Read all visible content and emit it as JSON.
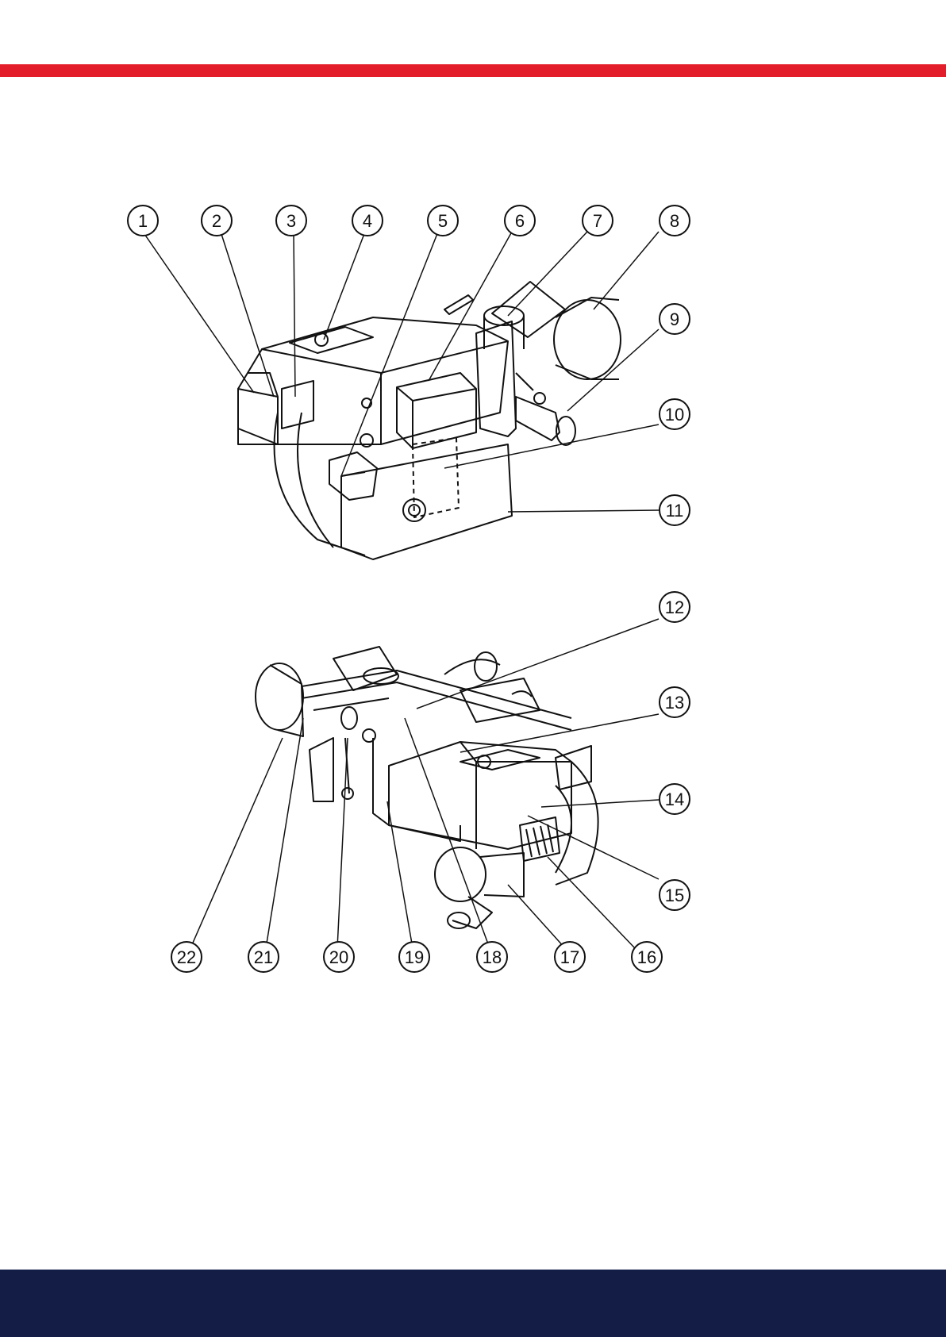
{
  "colors": {
    "header_band": "#e31e2a",
    "footer_band": "#131d45",
    "line": "#111111"
  },
  "callouts": [
    {
      "n": "1"
    },
    {
      "n": "2"
    },
    {
      "n": "3"
    },
    {
      "n": "4"
    },
    {
      "n": "5"
    },
    {
      "n": "6"
    },
    {
      "n": "7"
    },
    {
      "n": "8"
    },
    {
      "n": "9"
    },
    {
      "n": "10"
    },
    {
      "n": "11"
    },
    {
      "n": "12"
    },
    {
      "n": "13"
    },
    {
      "n": "14"
    },
    {
      "n": "15"
    },
    {
      "n": "16"
    },
    {
      "n": "17"
    },
    {
      "n": "18"
    },
    {
      "n": "19"
    },
    {
      "n": "20"
    },
    {
      "n": "21"
    },
    {
      "n": "22"
    }
  ]
}
